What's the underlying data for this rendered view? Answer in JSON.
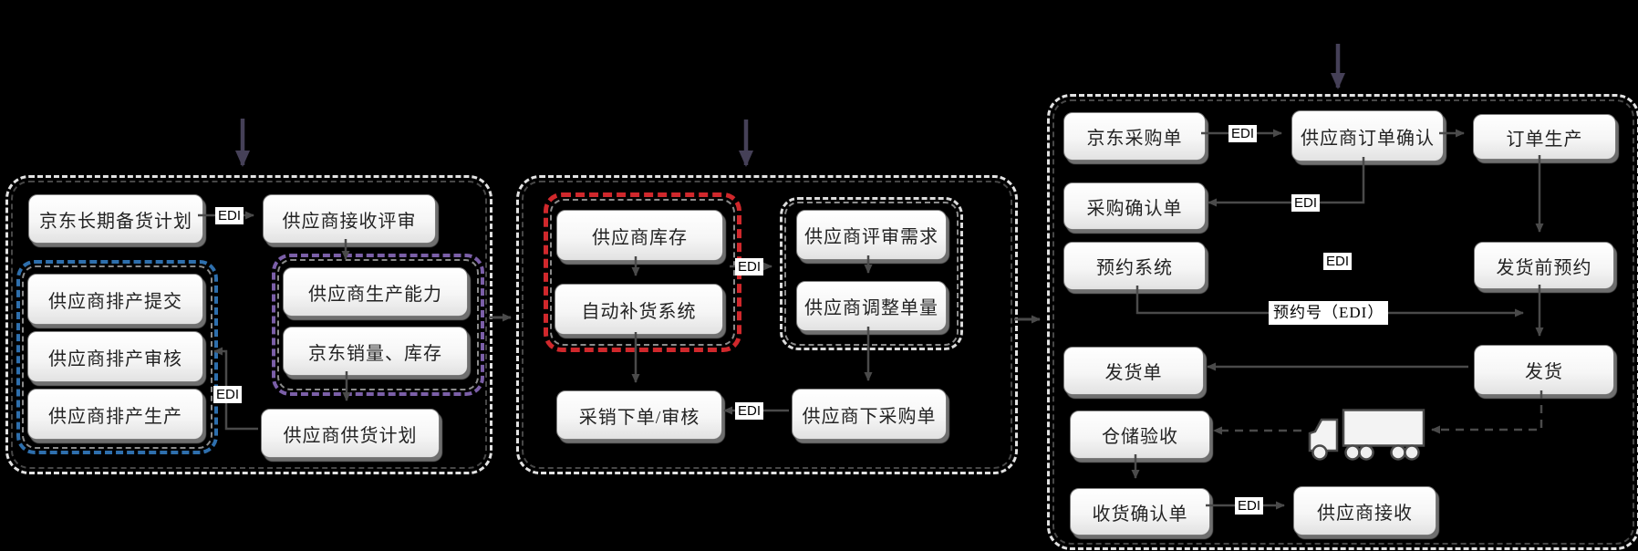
{
  "diagram_title": "JD supplier EDI supply-chain flow (no on-screen title)",
  "labels": {
    "edi": "EDI",
    "booking_no_edi": "预约号（EDI）"
  },
  "nodes": {
    "jd_plan": "京东长期备货计划",
    "recv_review": "供应商接收评审",
    "sched_submit": "供应商排产提交",
    "sched_audit": "供应商排产审核",
    "sched_prod": "供应商排产生产",
    "prod_capacity": "供应商生产能力",
    "jd_sales_inventory": "京东销量、库存",
    "supply_plan": "供应商供货计划",
    "supplier_inventory": "供应商库存",
    "auto_replenish": "自动补货系统",
    "review_demand": "供应商评审需求",
    "adjust_order_qty": "供应商调整单量",
    "purchase_order_audit": "采销下单/审核",
    "supplier_po": "供应商下采购单",
    "jd_po": "京东采购单",
    "supplier_order_confirm": "供应商订单确认",
    "order_production": "订单生产",
    "po_confirmation": "采购确认单",
    "booking_system": "预约系统",
    "pre_shipment_booking": "发货前预约",
    "shipment_notice": "发货单",
    "ship": "发货",
    "warehouse_inspection": "仓储验收",
    "receipt_confirmation": "收货确认单",
    "supplier_receive": "供应商接收"
  },
  "icons": {
    "truck": "truck-icon"
  },
  "entry_arrows": [
    {
      "into": "left-section"
    },
    {
      "into": "middle-section"
    },
    {
      "into": "right-section"
    }
  ],
  "edges": [
    {
      "from": "jd_plan",
      "to": "recv_review",
      "label": "EDI",
      "style": "solid"
    },
    {
      "from": "recv_review",
      "to": "prod_capacity",
      "style": "solid"
    },
    {
      "from": "jd_sales_inventory",
      "to": "supply_plan",
      "style": "solid"
    },
    {
      "from": "supply_plan",
      "to": "sched_audit",
      "label": "EDI",
      "style": "solid"
    },
    {
      "from": "left-section",
      "to": "middle-section",
      "style": "solid"
    },
    {
      "from": "supplier_inventory",
      "to": "auto_replenish",
      "style": "solid"
    },
    {
      "from": "supplier-inventory-group",
      "to": "supplier-review-group",
      "label": "EDI",
      "style": "solid"
    },
    {
      "from": "review_demand",
      "to": "adjust_order_qty",
      "style": "solid"
    },
    {
      "from": "auto_replenish",
      "to": "purchase_order_audit",
      "style": "solid"
    },
    {
      "from": "adjust_order_qty",
      "to": "supplier_po",
      "style": "solid"
    },
    {
      "from": "supplier_po",
      "to": "purchase_order_audit",
      "label": "EDI",
      "style": "solid"
    },
    {
      "from": "middle-section",
      "to": "right-section",
      "style": "solid"
    },
    {
      "from": "jd_po",
      "to": "supplier_order_confirm",
      "label": "EDI",
      "style": "solid"
    },
    {
      "from": "supplier_order_confirm",
      "to": "order_production",
      "style": "solid"
    },
    {
      "from": "supplier_order_confirm",
      "to": "po_confirmation",
      "label": "EDI",
      "style": "solid"
    },
    {
      "from": "order_production",
      "to": "pre_shipment_booking",
      "style": "solid"
    },
    {
      "from": "booking_system",
      "to": "ship",
      "label": "预约号（EDI）",
      "style": "solid"
    },
    {
      "from": "pre_shipment_booking",
      "to": "ship",
      "style": "solid"
    },
    {
      "from": "ship",
      "to": "shipment_notice",
      "style": "solid"
    },
    {
      "from": "ship",
      "to": "truck",
      "style": "dashed"
    },
    {
      "from": "truck",
      "to": "warehouse_inspection",
      "style": "dashed"
    },
    {
      "from": "warehouse_inspection",
      "to": "receipt_confirmation",
      "style": "solid"
    },
    {
      "from": "receipt_confirmation",
      "to": "supplier_receive",
      "label": "EDI",
      "style": "solid"
    }
  ],
  "colors": {
    "background": "#000000",
    "section_border": "#e2e2e2",
    "blue_group_border": "#2e6fad",
    "purple_group_border": "#7b5fa8",
    "red_group_border": "#d0282c",
    "white_group_border": "#dcdcdc",
    "connector": "#4a4a4a",
    "entry_arrow": "#454057",
    "node_fill": "#ffffff",
    "node_text": "#232323",
    "edi_badge_bg": "#ffffff",
    "edi_badge_text": "#000000"
  }
}
